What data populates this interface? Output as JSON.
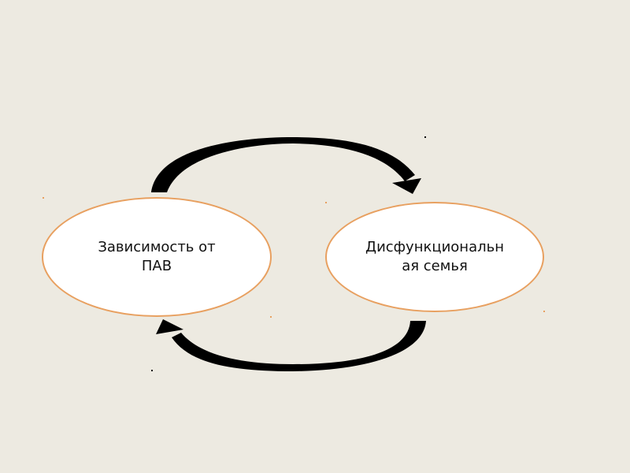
{
  "diagram": {
    "nodes": [
      {
        "id": "left",
        "label": "Зависимость от ПАВ"
      },
      {
        "id": "right",
        "label": "Дисфункциональная семья"
      }
    ],
    "edges": [
      {
        "from": "left",
        "to": "right",
        "route": "top"
      },
      {
        "from": "right",
        "to": "left",
        "route": "bottom"
      }
    ],
    "colors": {
      "background": "#edeae1",
      "node_fill": "#ffffff",
      "node_border": "#e8a060",
      "arrow": "#000000"
    }
  }
}
